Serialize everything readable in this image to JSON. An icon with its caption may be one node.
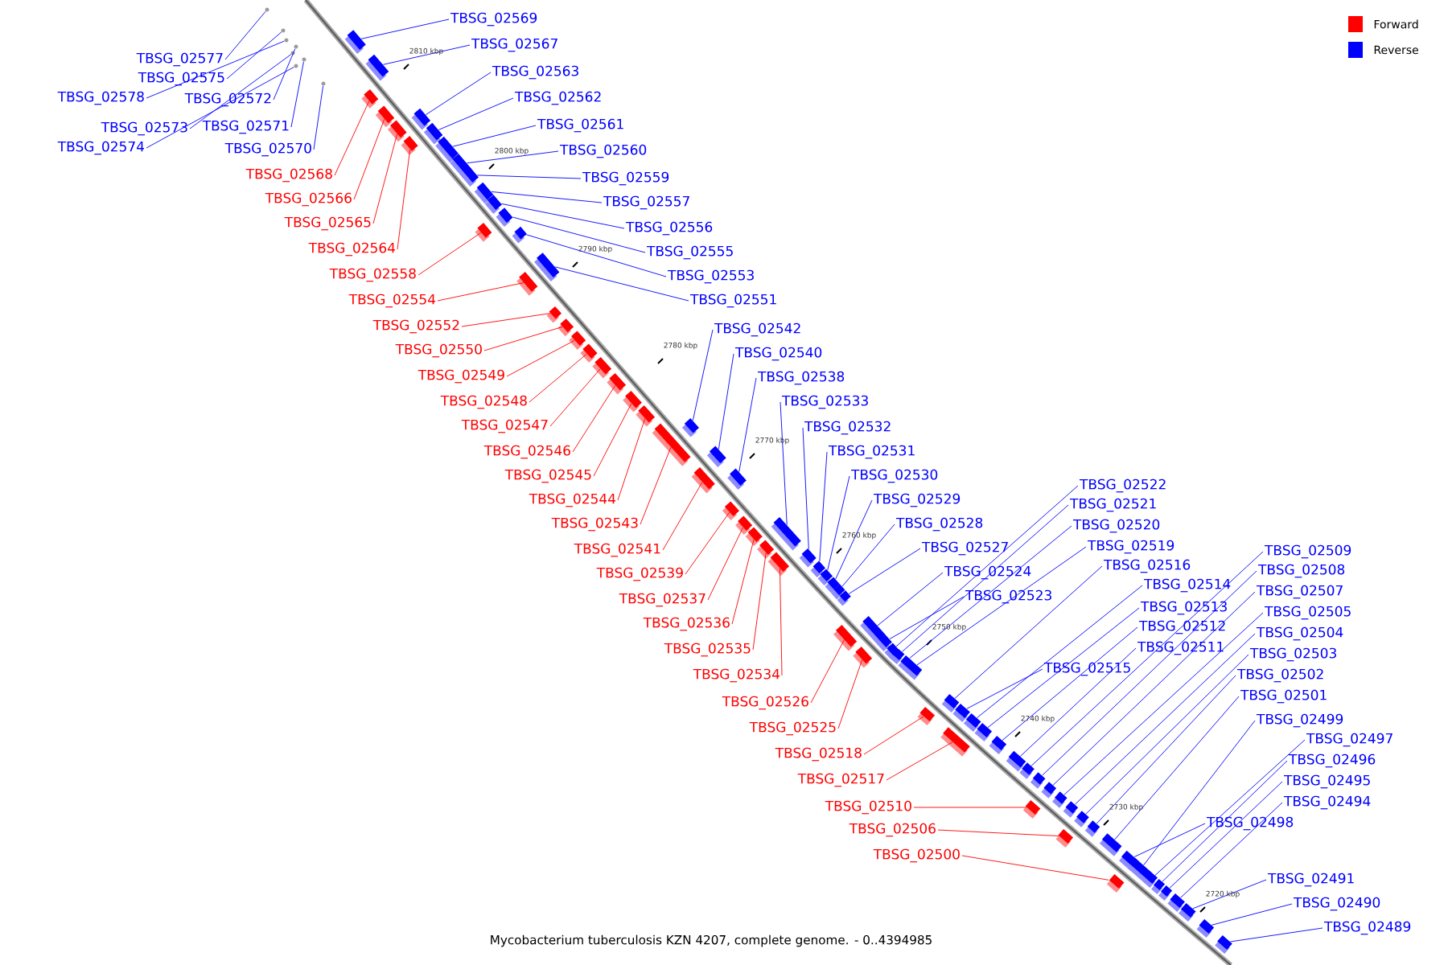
{
  "diagram": {
    "caption": "Mycobacterium tuberculosis KZN 4207, complete genome. - 0..4394985",
    "nodes": [
      {
        "text": [
          "TBSG_02569"
        ]
      },
      {
        "text": [],
        "shape": "box"
      },
      {
        "text": [
          "TBSG_02567"
        ]
      },
      {
        "text": [],
        "shape": "box"
      },
      {
        "text": [
          "TBSG_02563"
        ]
      },
      {
        "text": [],
        "shape": "box"
      },
      {
        "text": [
          "TBSG_02562"
        ]
      },
      {
        "text": [],
        "shape": "box"
      },
      {
        "text": [
          "TBSG_02561"
        ]
      },
      {
        "text": [],
        "shape": "box"
      },
      {
        "text": [
          "TBSG_02560"
        ]
      },
      {
        "text": [],
        "shape": "box"
      },
      {
        "text": [
          "TBSG_02559"
        ]
      },
      {
        "text": [],
        "shape": "box"
      },
      {
        "text": [
          "TBSG_02557"
        ]
      },
      {
        "text": [],
        "shape": "box"
      },
      {
        "text": [
          "TBSG_02556"
        ]
      },
      {
        "text": [],
        "shape": "box"
      },
      {
        "text": [
          "TBSG_02555"
        ]
      },
      {
        "text": [],
        "shape": "box"
      },
      {
        "text": [
          "TBSG_02553"
        ]
      },
      {
        "text": [],
        "shape": "box"
      },
      {
        "text": [
          "TBSG_02551"
        ]
      },
      {
        "text": [],
        "shape": "box"
      },
      {
        "text": [
          "TBSG_02577"
        ]
      },
      {
        "text": [],
        "shape": "dot"
      },
      {
        "text": [
          "TBSG_02575"
        ]
      },
      {
        "text": [],
        "shape": "dot"
      },
      {
        "text": [
          "TBSG_02578"
        ]
      },
      {
        "text": [],
        "shape": "dot"
      },
      {
        "text": [
          "TBSG_02572"
        ]
      },
      {
        "text": [],
        "shape": "dot"
      },
      {
        "text": [
          "TBSG_02573"
        ]
      },
      {
        "text": [],
        "shape": "dot"
      },
      {
        "text": [
          "TBSG_02571"
        ]
      },
      {
        "text": [],
        "shape": "dot"
      },
      {
        "text": [
          "TBSG_02574"
        ]
      },
      {
        "text": [],
        "shape": "dot"
      },
      {
        "text": [
          "TBSG_02570"
        ]
      },
      {
        "text": [],
        "shape": "dot"
      },
      {
        "text": [
          "TBSG_02568"
        ]
      },
      {
        "text": [],
        "shape": "box"
      },
      {
        "text": [
          "TBSG_02566"
        ]
      },
      {
        "text": [],
        "shape": "box"
      },
      {
        "text": [
          "TBSG_02565"
        ]
      },
      {
        "text": [],
        "shape": "box"
      },
      {
        "text": [
          "TBSG_02564"
        ]
      },
      {
        "text": [],
        "shape": "box"
      },
      {
        "text": [
          "TBSG_02558"
        ]
      },
      {
        "text": [],
        "shape": "box"
      },
      {
        "text": [
          "TBSG_02554"
        ]
      },
      {
        "text": [],
        "shape": "box"
      },
      {
        "text": [
          "TBSG_02552"
        ]
      },
      {
        "text": [],
        "shape": "box"
      },
      {
        "text": [
          "TBSG_02550"
        ]
      },
      {
        "text": [],
        "shape": "box"
      },
      {
        "text": [
          "TBSG_02549"
        ]
      },
      {
        "text": [],
        "shape": "box"
      },
      {
        "text": [
          "TBSG_02548"
        ]
      },
      {
        "text": [],
        "shape": "box"
      },
      {
        "text": [
          "TBSG_02547"
        ]
      },
      {
        "text": [],
        "shape": "box"
      },
      {
        "text": [
          "TBSG_02546"
        ]
      },
      {
        "text": [],
        "shape": "box"
      },
      {
        "text": [
          "TBSG_02545"
        ]
      },
      {
        "text": [],
        "shape": "box"
      },
      {
        "text": [
          "TBSG_02544"
        ]
      },
      {
        "text": [],
        "shape": "box"
      },
      {
        "text": [
          "TBSG_02543"
        ]
      },
      {
        "text": [],
        "shape": "box"
      },
      {
        "text": [
          "TBSG_02541"
        ]
      },
      {
        "text": [],
        "shape": "box"
      },
      {
        "text": [
          "TBSG_02539"
        ]
      },
      {
        "text": [],
        "shape": "box"
      },
      {
        "text": [
          "TBSG_02537"
        ]
      },
      {
        "text": [],
        "shape": "box"
      },
      {
        "text": [
          "TBSG_02536"
        ]
      },
      {
        "text": [],
        "shape": "box"
      },
      {
        "text": [
          "TBSG_02535"
        ]
      },
      {
        "text": [],
        "shape": "box"
      },
      {
        "text": [
          "TBSG_02534"
        ]
      },
      {
        "text": [],
        "shape": "box"
      },
      {
        "text": [
          "TBSG_02526"
        ]
      },
      {
        "text": [],
        "shape": "box"
      },
      {
        "text": [
          "TBSG_02525"
        ]
      },
      {
        "text": [],
        "shape": "box"
      },
      {
        "text": [
          "TBSG_02518"
        ]
      },
      {
        "text": [],
        "shape": "box"
      },
      {
        "text": [
          "TBSG_02517"
        ]
      },
      {
        "text": [],
        "shape": "box"
      },
      {
        "text": [
          "TBSG_02510"
        ]
      },
      {
        "text": [],
        "shape": "box"
      },
      {
        "text": [
          "TBSG_02506"
        ]
      },
      {
        "text": [],
        "shape": "box"
      },
      {
        "text": [
          "TBSG_02500"
        ]
      },
      {
        "text": [],
        "shape": "box"
      },
      {
        "text": [
          "TBSG_02542"
        ]
      },
      {
        "text": [],
        "shape": "box"
      },
      {
        "text": [
          "TBSG_02540"
        ]
      },
      {
        "text": [],
        "shape": "box"
      },
      {
        "text": [
          "TBSG_02538"
        ]
      },
      {
        "text": [],
        "shape": "box"
      },
      {
        "text": [
          "TBSG_02533"
        ]
      },
      {
        "text": [],
        "shape": "box"
      },
      {
        "text": [
          "TBSG_02532"
        ]
      },
      {
        "text": [],
        "shape": "box"
      },
      {
        "text": [
          "TBSG_02531"
        ]
      },
      {
        "text": [],
        "shape": "box"
      },
      {
        "text": [
          "TBSG_02530"
        ]
      },
      {
        "text": [],
        "shape": "box"
      },
      {
        "text": [
          "TBSG_02529"
        ]
      },
      {
        "text": [],
        "shape": "box"
      },
      {
        "text": [
          "TBSG_02528"
        ]
      },
      {
        "text": [],
        "shape": "box"
      },
      {
        "text": [
          "TBSG_02527"
        ]
      },
      {
        "text": [],
        "shape": "box"
      },
      {
        "text": [
          "TBSG_02524"
        ]
      },
      {
        "text": [],
        "shape": "box"
      },
      {
        "text": [
          "TBSG_02523"
        ]
      },
      {
        "text": [],
        "shape": "box"
      },
      {
        "text": [
          "TBSG_02522"
        ]
      },
      {
        "text": [],
        "shape": "box"
      },
      {
        "text": [
          "TBSG_02521"
        ]
      },
      {
        "text": [],
        "shape": "box"
      },
      {
        "text": [
          "TBSG_02520"
        ]
      },
      {
        "text": [],
        "shape": "box"
      },
      {
        "text": [
          "TBSG_02519"
        ]
      },
      {
        "text": [],
        "shape": "box"
      },
      {
        "text": [
          "TBSG_02516"
        ]
      },
      {
        "text": [],
        "shape": "box"
      },
      {
        "text": [
          "TBSG_02515"
        ]
      },
      {
        "text": [],
        "shape": "box"
      },
      {
        "text": [
          "TBSG_02514"
        ]
      },
      {
        "text": [],
        "shape": "box"
      },
      {
        "text": [
          "TBSG_02513"
        ]
      },
      {
        "text": [],
        "shape": "box"
      },
      {
        "text": [
          "TBSG_02512"
        ]
      },
      {
        "text": [],
        "shape": "box"
      },
      {
        "text": [
          "TBSG_02511"
        ]
      },
      {
        "text": [],
        "shape": "box"
      },
      {
        "text": [
          "TBSG_02509"
        ]
      },
      {
        "text": [],
        "shape": "box"
      },
      {
        "text": [
          "TBSG_02508"
        ]
      },
      {
        "text": [],
        "shape": "box"
      },
      {
        "text": [
          "TBSG_02507"
        ]
      },
      {
        "text": [],
        "shape": "box"
      },
      {
        "text": [
          "TBSG_02505"
        ]
      },
      {
        "text": [],
        "shape": "box"
      },
      {
        "text": [
          "TBSG_02504"
        ]
      },
      {
        "text": [],
        "shape": "box"
      },
      {
        "text": [
          "TBSG_02503"
        ]
      },
      {
        "text": [],
        "shape": "box"
      },
      {
        "text": [
          "TBSG_02502"
        ]
      },
      {
        "text": [],
        "shape": "box"
      },
      {
        "text": [
          "TBSG_02501"
        ]
      },
      {
        "text": [],
        "shape": "box"
      },
      {
        "text": [
          "TBSG_02498"
        ]
      },
      {
        "text": [],
        "shape": "box"
      },
      {
        "text": [
          "TBSG_02499"
        ]
      },
      {
        "text": [],
        "shape": "box"
      },
      {
        "text": [
          "TBSG_02497"
        ]
      },
      {
        "text": [],
        "shape": "box"
      },
      {
        "text": [
          "TBSG_02496"
        ]
      },
      {
        "text": [],
        "shape": "box"
      },
      {
        "text": [
          "TBSG_02495"
        ]
      },
      {
        "text": [],
        "shape": "box"
      },
      {
        "text": [
          "TBSG_02494"
        ]
      },
      {
        "text": [],
        "shape": "box"
      },
      {
        "text": [
          "TBSG_02491"
        ]
      },
      {
        "text": [],
        "shape": "box"
      },
      {
        "text": [
          "TBSG_02490"
        ]
      },
      {
        "text": [],
        "shape": "box"
      },
      {
        "text": [
          "TBSG_02489"
        ]
      },
      {
        "text": [],
        "shape": "box"
      }
    ],
    "edges": [
      {
        "from": 0,
        "to": 1,
        "arrow": "none"
      },
      {
        "from": 2,
        "to": 3,
        "arrow": "none"
      },
      {
        "from": 4,
        "to": 5,
        "arrow": "none"
      },
      {
        "from": 6,
        "to": 7,
        "arrow": "none"
      },
      {
        "from": 8,
        "to": 9,
        "arrow": "none"
      },
      {
        "from": 10,
        "to": 11,
        "arrow": "none"
      },
      {
        "from": 12,
        "to": 13,
        "arrow": "none"
      },
      {
        "from": 14,
        "to": 15,
        "arrow": "none"
      },
      {
        "from": 16,
        "to": 17,
        "arrow": "none"
      },
      {
        "from": 18,
        "to": 19,
        "arrow": "none"
      },
      {
        "from": 20,
        "to": 21,
        "arrow": "none"
      },
      {
        "from": 22,
        "to": 23,
        "arrow": "none"
      },
      {
        "from": 24,
        "to": 25,
        "arrow": "none"
      },
      {
        "from": 26,
        "to": 27,
        "arrow": "none"
      },
      {
        "from": 28,
        "to": 29,
        "arrow": "none"
      },
      {
        "from": 30,
        "to": 31,
        "arrow": "none"
      },
      {
        "from": 32,
        "to": 33,
        "arrow": "none"
      },
      {
        "from": 34,
        "to": 35,
        "arrow": "none"
      },
      {
        "from": 36,
        "to": 37,
        "arrow": "none"
      },
      {
        "from": 38,
        "to": 39,
        "arrow": "none"
      },
      {
        "from": 40,
        "to": 41,
        "arrow": "none",
        "color": "#ff0000"
      },
      {
        "from": 42,
        "to": 43,
        "arrow": "none",
        "color": "#ff0000"
      },
      {
        "from": 44,
        "to": 45,
        "arrow": "none",
        "color": "#ff0000"
      },
      {
        "from": 46,
        "to": 47,
        "arrow": "none",
        "color": "#ff0000"
      },
      {
        "from": 48,
        "to": 49,
        "arrow": "none",
        "color": "#ff0000"
      },
      {
        "from": 50,
        "to": 51,
        "arrow": "none",
        "color": "#ff0000"
      },
      {
        "from": 52,
        "to": 53,
        "arrow": "none",
        "color": "#ff0000"
      },
      {
        "from": 54,
        "to": 55,
        "arrow": "none",
        "color": "#ff0000"
      },
      {
        "from": 56,
        "to": 57,
        "arrow": "none",
        "color": "#ff0000"
      },
      {
        "from": 58,
        "to": 59,
        "arrow": "none",
        "color": "#ff0000"
      },
      {
        "from": 60,
        "to": 61,
        "arrow": "none",
        "color": "#ff0000"
      },
      {
        "from": 62,
        "to": 63,
        "arrow": "none",
        "color": "#ff0000"
      },
      {
        "from": 64,
        "to": 65,
        "arrow": "none",
        "color": "#ff0000"
      },
      {
        "from": 66,
        "to": 67,
        "arrow": "none",
        "color": "#ff0000"
      },
      {
        "from": 68,
        "to": 69,
        "arrow": "none",
        "color": "#ff0000"
      },
      {
        "from": 70,
        "to": 71,
        "arrow": "none",
        "color": "#ff0000"
      },
      {
        "from": 72,
        "to": 73,
        "arrow": "none",
        "color": "#ff0000"
      },
      {
        "from": 74,
        "to": 75,
        "arrow": "none",
        "color": "#ff0000"
      },
      {
        "from": 76,
        "to": 77,
        "arrow": "none",
        "color": "#ff0000"
      },
      {
        "from": 78,
        "to": 79,
        "arrow": "none",
        "color": "#ff0000"
      },
      {
        "from": 80,
        "to": 81,
        "arrow": "none",
        "color": "#ff0000"
      },
      {
        "from": 82,
        "to": 83,
        "arrow": "none",
        "color": "#ff0000"
      },
      {
        "from": 84,
        "to": 85,
        "arrow": "none",
        "color": "#ff0000"
      },
      {
        "from": 86,
        "to": 87,
        "arrow": "none",
        "color": "#ff0000"
      },
      {
        "from": 88,
        "to": 89,
        "arrow": "none",
        "color": "#ff0000"
      },
      {
        "from": 90,
        "to": 91,
        "arrow": "none",
        "color": "#ff0000"
      },
      {
        "from": 92,
        "to": 93,
        "arrow": "none",
        "color": "#ff0000"
      },
      {
        "from": 94,
        "to": 95,
        "arrow": "none",
        "color": "#ff0000"
      },
      {
        "from": 96,
        "to": 97,
        "arrow": "none"
      },
      {
        "from": 98,
        "to": 99,
        "arrow": "none"
      },
      {
        "from": 100,
        "to": 101,
        "arrow": "none"
      },
      {
        "from": 102,
        "to": 103,
        "arrow": "none"
      },
      {
        "from": 104,
        "to": 105,
        "arrow": "none"
      },
      {
        "from": 106,
        "to": 107,
        "arrow": "none"
      },
      {
        "from": 108,
        "to": 109,
        "arrow": "none"
      },
      {
        "from": 110,
        "to": 111,
        "arrow": "none"
      },
      {
        "from": 112,
        "to": 113,
        "arrow": "none"
      },
      {
        "from": 114,
        "to": 115,
        "arrow": "none"
      },
      {
        "from": 116,
        "to": 117,
        "arrow": "none"
      },
      {
        "from": 118,
        "to": 119,
        "arrow": "none"
      },
      {
        "from": 120,
        "to": 121,
        "arrow": "none"
      },
      {
        "from": 122,
        "to": 123,
        "arrow": "none"
      },
      {
        "from": 124,
        "to": 125,
        "arrow": "none"
      },
      {
        "from": 126,
        "to": 127,
        "arrow": "none"
      },
      {
        "from": 128,
        "to": 129,
        "arrow": "none"
      },
      {
        "from": 130,
        "to": 131,
        "arrow": "none"
      },
      {
        "from": 132,
        "to": 133,
        "arrow": "none"
      },
      {
        "from": 134,
        "to": 135,
        "arrow": "none"
      },
      {
        "from": 136,
        "to": 137,
        "arrow": "none"
      },
      {
        "from": 138,
        "to": 139,
        "arrow": "none"
      },
      {
        "from": 140,
        "to": 141,
        "arrow": "none"
      },
      {
        "from": 142,
        "to": 143,
        "arrow": "none"
      },
      {
        "from": 144,
        "to": 145,
        "arrow": "none"
      },
      {
        "from": 146,
        "to": 147,
        "arrow": "none"
      },
      {
        "from": 148,
        "to": 149,
        "arrow": "none"
      },
      {
        "from": 150,
        "to": 151,
        "arrow": "none"
      },
      {
        "from": 152,
        "to": 153,
        "arrow": "none"
      },
      {
        "from": 154,
        "to": 155,
        "arrow": "none"
      },
      {
        "from": 156,
        "to": 157,
        "arrow": "none"
      },
      {
        "from": 158,
        "to": 159,
        "arrow": "none"
      },
      {
        "from": 160,
        "to": 161,
        "arrow": "none"
      },
      {
        "from": 162,
        "to": 163,
        "arrow": "none"
      },
      {
        "from": 164,
        "to": 165,
        "arrow": "none"
      },
      {
        "from": 166,
        "to": 167,
        "arrow": "none"
      },
      {
        "from": 168,
        "to": 169,
        "arrow": "none"
      },
      {
        "from": 170,
        "to": 171,
        "arrow": "none"
      },
      {
        "from": 172,
        "to": 173,
        "arrow": "none"
      }
    ],
    "labels": [
      "2810 kbp",
      "2800 kbp",
      "2790 kbp",
      "2780 kbp",
      "2770 kbp",
      "2760 kbp",
      "2750 kbp",
      "2740 kbp",
      "2730 kbp",
      "2720 kbp"
    ],
    "legend": [
      {
        "text": "Forward",
        "color": "#ff0000"
      },
      {
        "text": "Reverse",
        "color": "#0000ff"
      }
    ]
  }
}
